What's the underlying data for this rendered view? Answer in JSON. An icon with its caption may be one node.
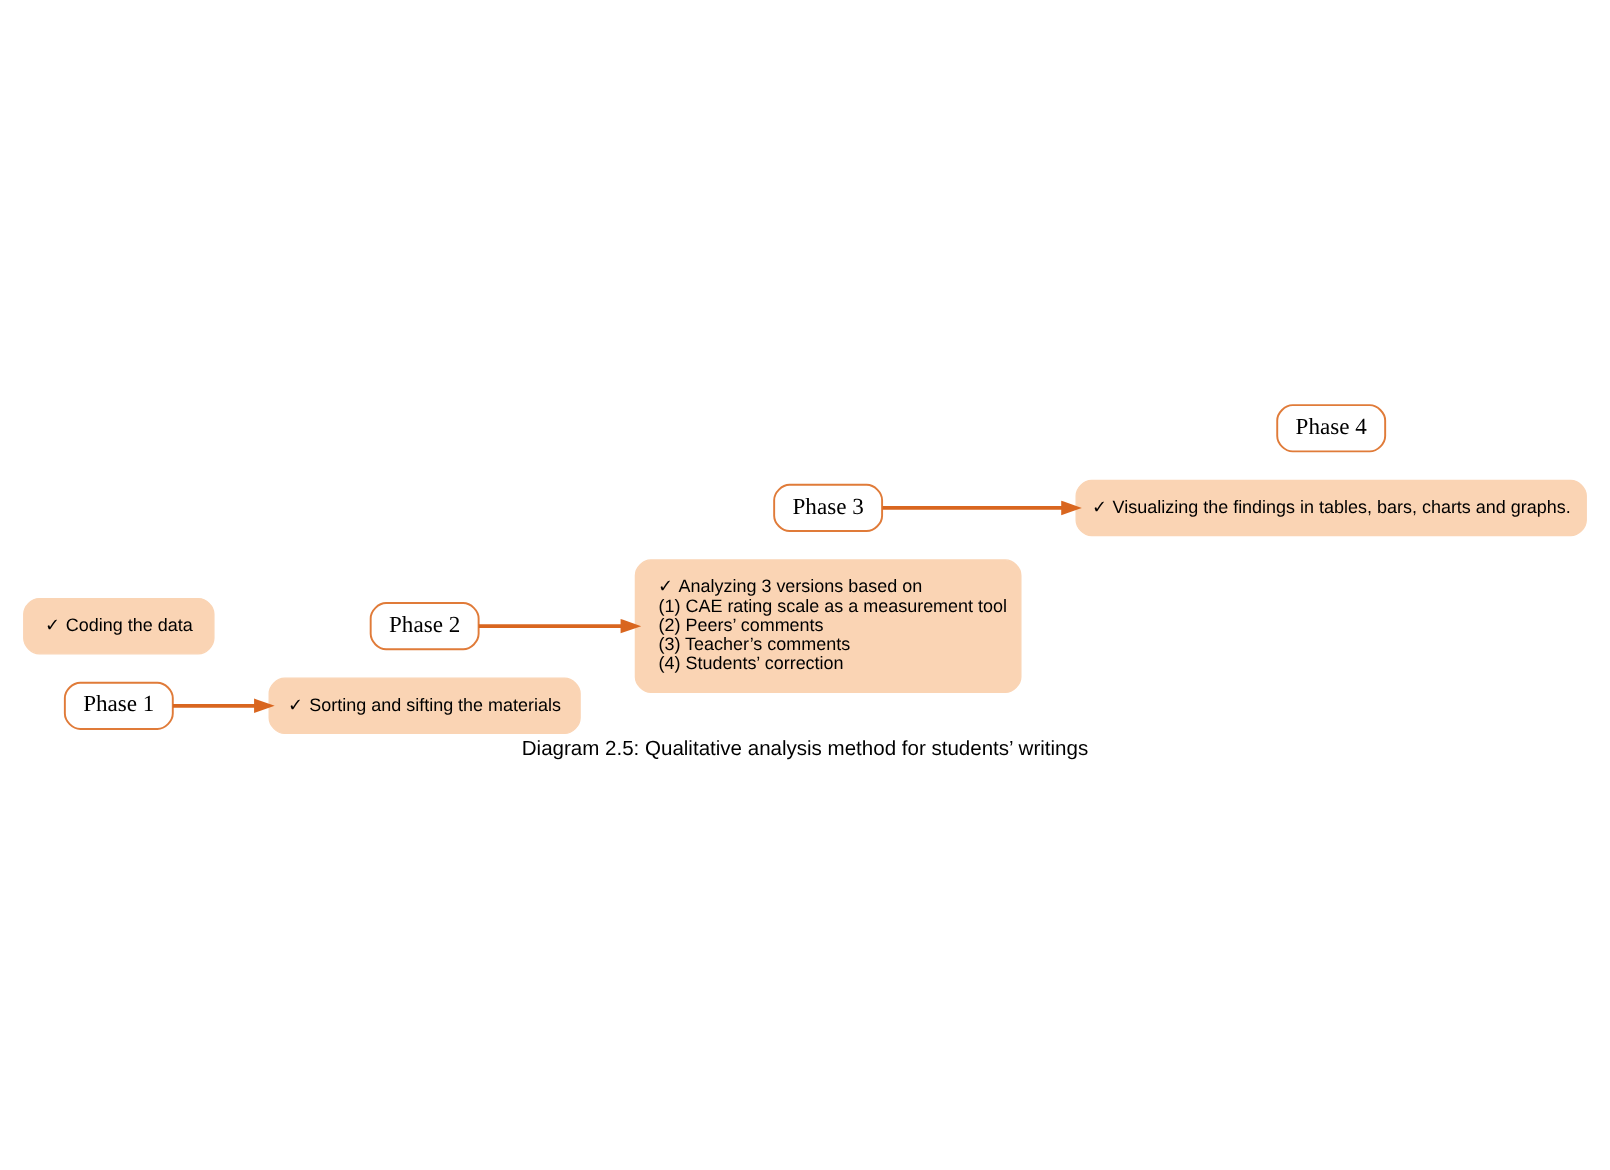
{
  "diagram": {
    "caption": "Diagram 2.5: Qualitative analysis method for students’ writings",
    "nodes": [
      {
        "text": [
          "Phase 1"
        ]
      },
      {
        "text": [
          "✓ Coding the data"
        ]
      },
      {
        "text": [
          "✓ Sorting and sifting the materials"
        ]
      },
      {
        "text": [
          "Phase 2"
        ]
      },
      {
        "text": [
          "Phase 3"
        ]
      },
      {
        "text": [
          "✓ Analyzing 3 versions based on",
          "(1) CAE rating scale as a measurement tool",
          "(2) Peers’ comments",
          "(3) Teacher’s comments",
          "(4) Students’ correction"
        ]
      },
      {
        "text": [
          "✓ Visualizing the findings in tables, bars, charts and graphs."
        ]
      },
      {
        "text": [
          "Phase 4"
        ]
      }
    ],
    "edges": [
      {
        "from": 0,
        "to": 2,
        "arrow": "to"
      },
      {
        "from": 3,
        "to": 5,
        "arrow": "to"
      },
      {
        "from": 4,
        "to": 6,
        "arrow": "to"
      }
    ]
  }
}
